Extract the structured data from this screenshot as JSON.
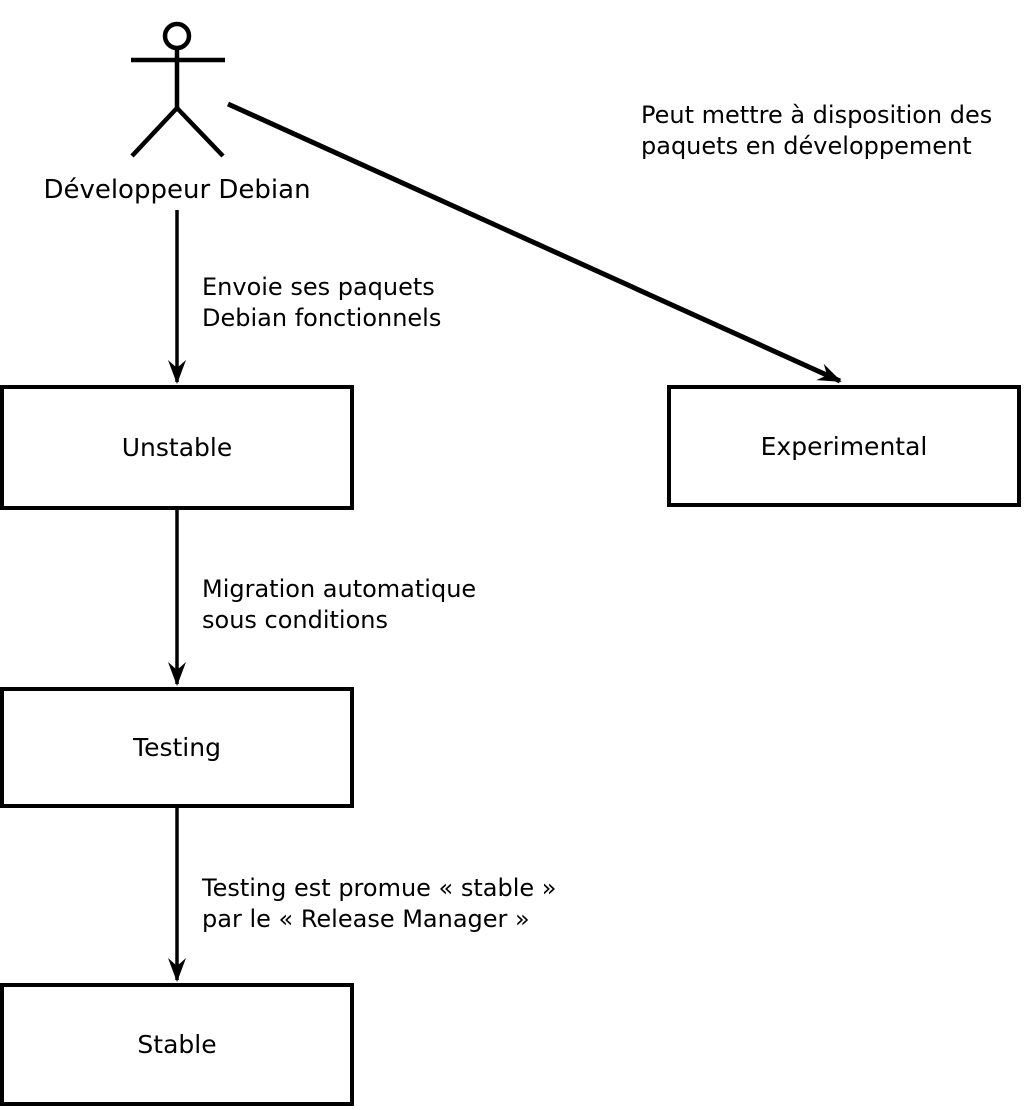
{
  "colors": {
    "ink": "#000000",
    "background": "#ffffff",
    "node_fill": "#ffffff"
  },
  "actor": {
    "label": "Développeur Debian"
  },
  "nodes": {
    "unstable": {
      "label": "Unstable"
    },
    "experimental": {
      "label": "Experimental"
    },
    "testing": {
      "label": "Testing"
    },
    "stable": {
      "label": "Stable"
    }
  },
  "edges": {
    "developer_to_experimental": {
      "line1": "Peut mettre à disposition des",
      "line2": "paquets en développement"
    },
    "developer_to_unstable": {
      "line1": "Envoie ses paquets",
      "line2": "Debian fonctionnels"
    },
    "unstable_to_testing": {
      "line1": "Migration automatique",
      "line2": "sous conditions"
    },
    "testing_to_stable": {
      "line1": "Testing est promue « stable »",
      "line2": "par le « Release Manager »"
    }
  }
}
